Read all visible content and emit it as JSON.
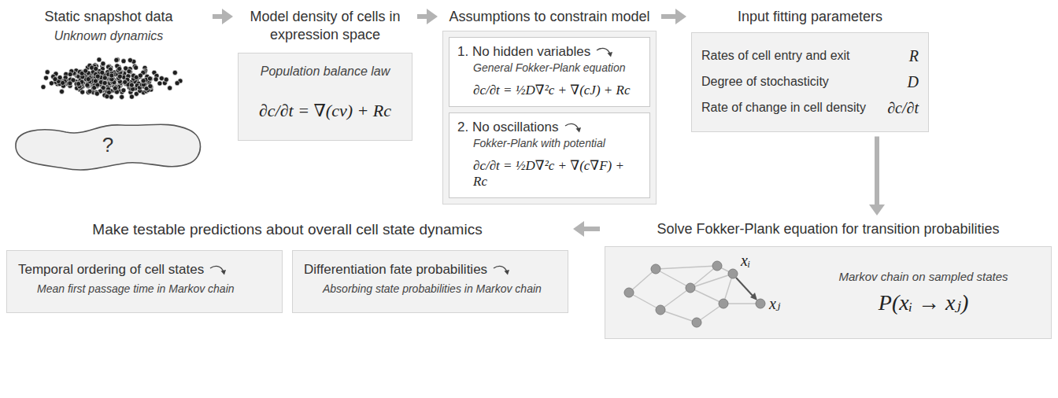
{
  "diagram": {
    "nodes": [
      {
        "text": [
          "Static snapshot data",
          "Unknown dynamics",
          "?"
        ]
      },
      {
        "text": [
          "Model density of cells in expression space",
          "Population balance law",
          "∂c/∂t = ∇(cv) + Rc"
        ]
      },
      {
        "text": [
          "Assumptions to constrain model"
        ]
      },
      {
        "text": [
          "1. No hidden variables",
          "General Fokker-Plank equation",
          "∂c/∂t = ½D∇²c + ∇(cJ) + Rc"
        ],
        "in": 2
      },
      {
        "text": [
          "2. No oscillations",
          "Fokker-Plank with potential",
          "∂c/∂t = ½D∇²c + ∇(c∇F) + Rc"
        ],
        "in": 2
      },
      {
        "text": [
          "Input fitting parameters",
          "Rates of cell entry and exit",
          "R",
          "Degree of stochasticity",
          "D",
          "Rate of change in cell density",
          "∂c/∂t"
        ]
      },
      {
        "text": [
          "Solve Fokker-Plank equation for transition probabilities",
          "xᵢ",
          "xⱼ",
          "Markov chain on sampled states",
          "P(xᵢ → xⱼ)"
        ]
      },
      {
        "text": [
          "Make testable predictions about overall cell state dynamics"
        ]
      },
      {
        "text": [
          "Temporal ordering of cell states",
          "Mean first passage time in Markov chain"
        ],
        "in": 7
      },
      {
        "text": [
          "Differentiation fate probabilities",
          "Absorbing state probabilities in Markov chain"
        ],
        "in": 7
      }
    ],
    "edges": [
      {
        "from": 0,
        "to": 1,
        "arrow": "to"
      },
      {
        "from": 1,
        "to": 2,
        "arrow": "to"
      },
      {
        "from": 2,
        "to": 5,
        "arrow": "to"
      },
      {
        "from": 5,
        "to": 6,
        "arrow": "to"
      },
      {
        "from": 6,
        "to": 7,
        "arrow": "to"
      }
    ]
  }
}
